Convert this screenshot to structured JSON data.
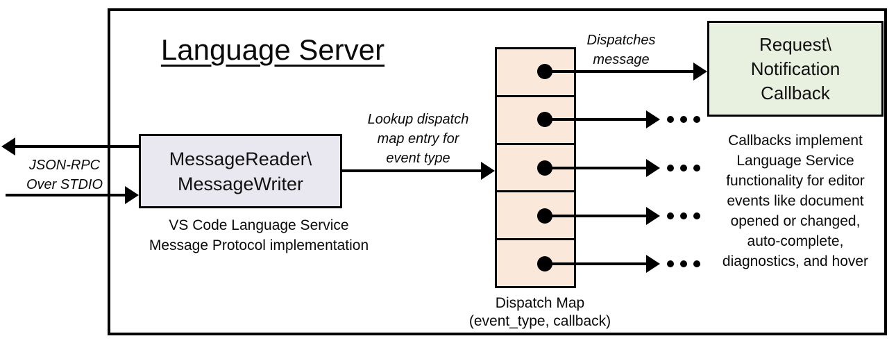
{
  "diagram": {
    "title": "Language Server",
    "io_label": {
      "line1": "JSON-RPC",
      "line2": "Over STDIO"
    },
    "reader_box": {
      "line1": "MessageReader\\",
      "line2": "MessageWriter"
    },
    "reader_caption": {
      "line1": "VS Code Language Service",
      "line2": "Message Protocol implementation"
    },
    "lookup_label": {
      "line1": "Lookup dispatch",
      "line2": "map entry for",
      "line3": "event type"
    },
    "dispatches_label": {
      "line1": "Dispatches",
      "line2": "message"
    },
    "dispatch_map": {
      "cell_count": 5,
      "label_line1": "Dispatch Map",
      "label_line2": "(event_type, callback)"
    },
    "callback_box": {
      "line1": "Request\\",
      "line2": "Notification",
      "line3": "Callback"
    },
    "callback_caption": [
      "Callbacks implement",
      "Language Service",
      "functionality for editor",
      "events like document",
      "opened or changed,",
      "auto-complete,",
      "diagnostics, and hover"
    ],
    "colors": {
      "reader_fill": "#e9e8f0",
      "map_fill": "#fae8db",
      "callback_fill": "#e8f0e0",
      "stroke": "#000000"
    }
  }
}
